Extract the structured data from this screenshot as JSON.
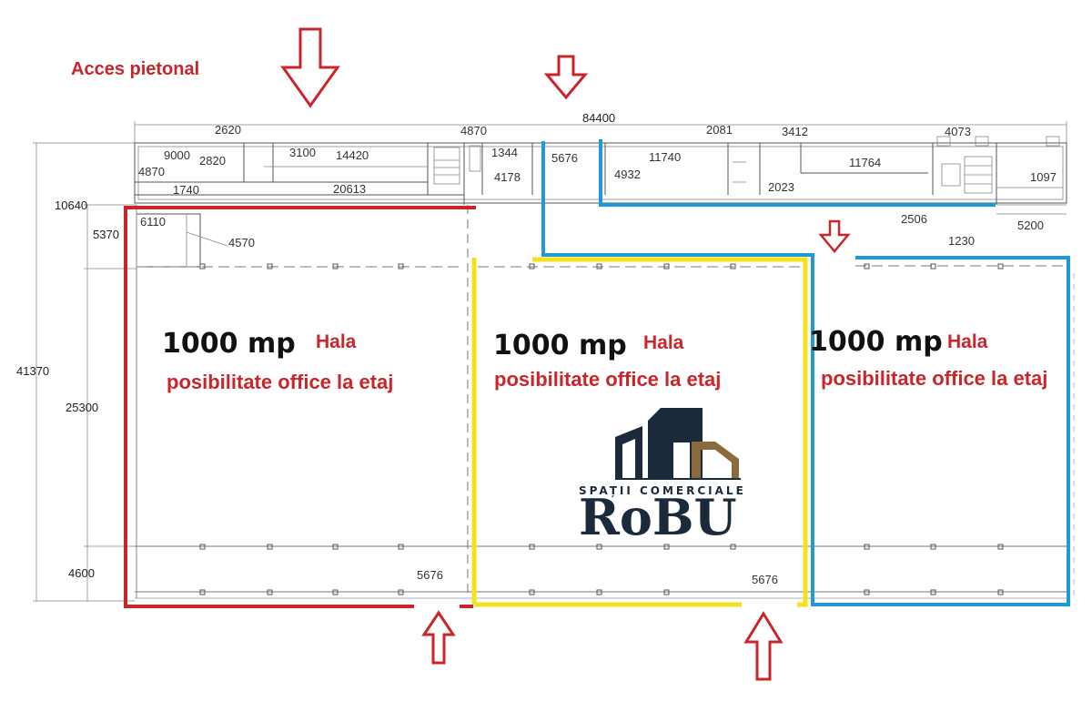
{
  "access_label": "Acces pietonal",
  "colors": {
    "arrow": "#c8262b",
    "red_outline": "#c8262b",
    "yellow_outline": "#f4e31c",
    "blue_outline": "#1e9ad6",
    "text_red": "#c8262b",
    "logo_dark": "#1b2a3a",
    "logo_brown": "#8b6a3e"
  },
  "overall_width_dim": "84400",
  "left_dims": {
    "total_height": "41370",
    "upper": "10640",
    "office_block": "5370",
    "hall": "25300",
    "bottom": "4600"
  },
  "upper_dims": {
    "d2620": "2620",
    "d9000": "9000",
    "d2820": "2820",
    "d4870_left": "4870",
    "d3100": "3100",
    "d14420": "14420",
    "d1740": "1740",
    "d20613": "20613",
    "d4870_mid": "4870",
    "d1344": "1344",
    "d4178": "4178",
    "d5676_top": "5676",
    "d4932": "4932",
    "d11740": "11740",
    "d2081": "2081",
    "d3412": "3412",
    "d2023": "2023",
    "d11764": "11764",
    "d4073": "4073",
    "d1097": "1097",
    "d2506": "2506",
    "d1230": "1230",
    "d5200": "5200",
    "d6110": "6110",
    "d4570": "4570"
  },
  "bottom_dims": {
    "d5676_left": "5676",
    "d5676_right": "5676"
  },
  "halls": [
    {
      "area": "1000 mp",
      "type": "Hala",
      "note": "posibilitate office la etaj"
    },
    {
      "area": "1000 mp",
      "type": "Hala",
      "note": "posibilitate office la etaj"
    },
    {
      "area": "1000 mp",
      "type": "Hala",
      "note": "posibilitate office la etaj"
    }
  ],
  "logo": {
    "tagline": "SPAȚII COMERCIALE",
    "brand": "RoBU"
  }
}
